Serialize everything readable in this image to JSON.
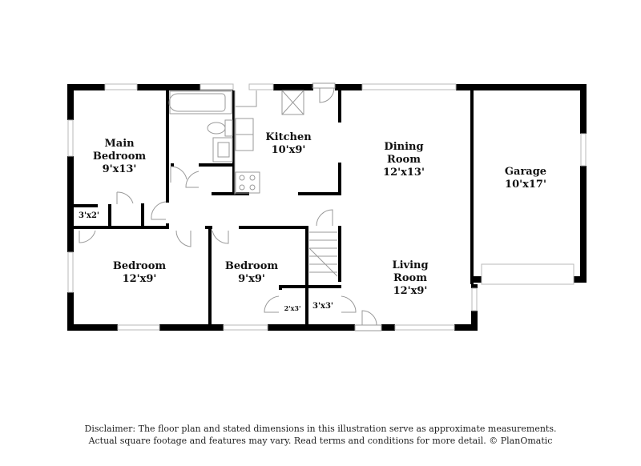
{
  "rooms": {
    "main_bedroom": {
      "name_line1": "Main",
      "name_line2": "Bedroom",
      "dim": "9'x13'"
    },
    "kitchen": {
      "name": "Kitchen",
      "dim": "10'x9'"
    },
    "dining_room": {
      "name_line1": "Dining",
      "name_line2": "Room",
      "dim": "12'x13'"
    },
    "garage": {
      "name": "Garage",
      "dim": "10'x17'"
    },
    "closet_main": {
      "dim": "3'x2'"
    },
    "bedroom_left": {
      "name": "Bedroom",
      "dim": "12'x9'"
    },
    "bedroom_mid": {
      "name": "Bedroom",
      "dim": "9'x9'"
    },
    "closet_small": {
      "dim": "2'x3'"
    },
    "closet_entry": {
      "dim": "3'x3'"
    },
    "living_room": {
      "name_line1": "Living",
      "name_line2": "Room",
      "dim": "12'x9'"
    }
  },
  "colors": {
    "wall": "#000000",
    "fixture": "#9a9a9a",
    "window": "#b8b8b8",
    "background": "#ffffff"
  },
  "disclaimer": {
    "line1": "Disclaimer: The floor plan and stated dimensions in this illustration serve as approximate measurements.",
    "line2": "Actual square footage and features may vary. Read terms and conditions for more detail. © PlanOmatic"
  }
}
